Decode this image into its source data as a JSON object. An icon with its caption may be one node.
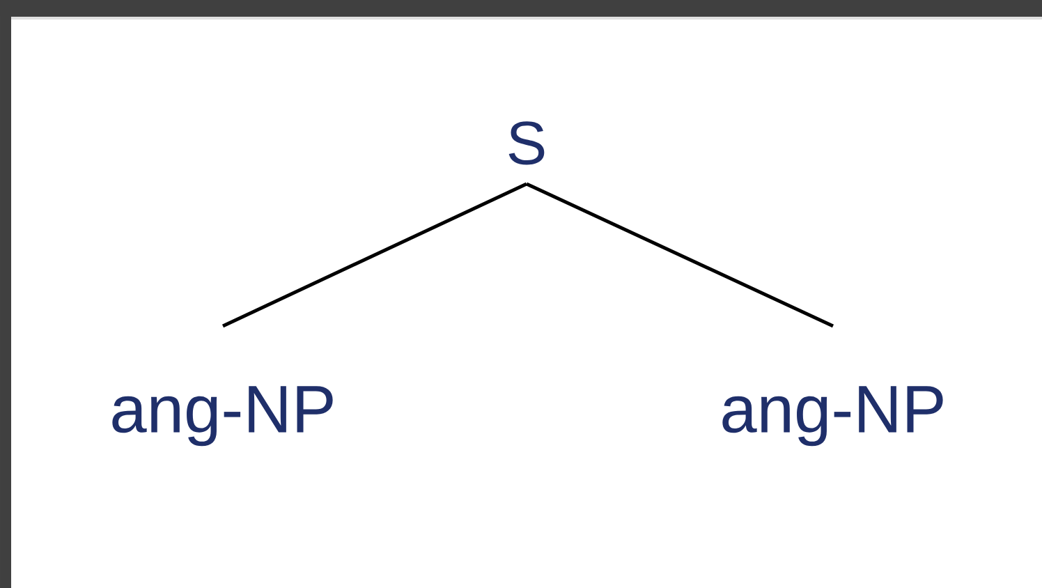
{
  "diagram": {
    "nodes": [
      {
        "text": [
          "S"
        ]
      },
      {
        "text": [
          "ang-NP"
        ]
      },
      {
        "text": [
          "ang-NP"
        ]
      }
    ],
    "edges": [
      {
        "from": 0,
        "to": 1,
        "arrow": "none"
      },
      {
        "from": 0,
        "to": 2,
        "arrow": "none"
      }
    ]
  }
}
